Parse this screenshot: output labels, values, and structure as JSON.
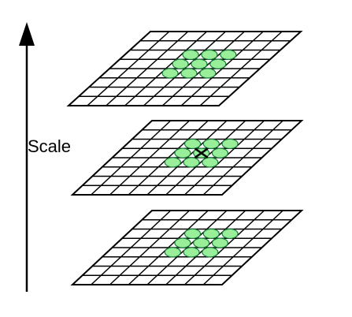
{
  "label": "Scale",
  "grid_cells": 8,
  "colors": {
    "line": "#000000",
    "cell_fill": "#ffffff",
    "point_fill": "#99ee99",
    "point_stroke": "#1a7a3a"
  },
  "layers": [
    {
      "name": "top-scale",
      "center_marker": false
    },
    {
      "name": "middle-scale",
      "center_marker": true
    },
    {
      "name": "bottom-scale",
      "center_marker": false
    }
  ],
  "neighbor_points": 9
}
